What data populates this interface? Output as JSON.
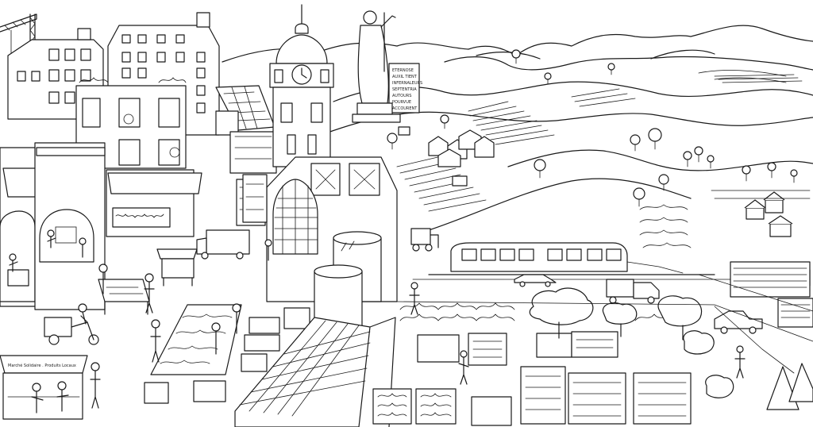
{
  "scene": {
    "background": "#ffffff",
    "line_color": "#1a1a1a"
  },
  "statue_plaque": {
    "lines": [
      "ETERNOSE",
      "AUXIL TIENT",
      "INFERNALEURS",
      "SEPTENTRIA",
      "AUTOURS",
      "POURVUE",
      "ACCOURENT"
    ]
  },
  "shop_signs": {
    "market_stall": "Marché Solidaire . Produits Locaux"
  }
}
